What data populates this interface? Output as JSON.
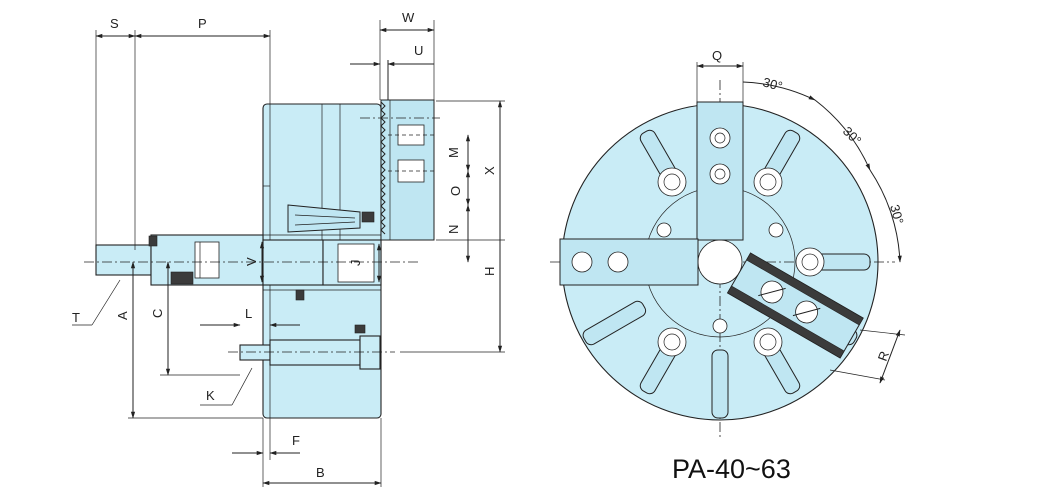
{
  "diagram": {
    "model": "PA-40~63",
    "side_view_labels": {
      "S": "S",
      "P": "P",
      "W": "W",
      "U": "U",
      "M": "M",
      "X": "X",
      "O": "O",
      "N": "N",
      "V": "V",
      "J": "J",
      "H": "H",
      "T": "T",
      "A": "A",
      "C": "C",
      "L": "L",
      "K": "K",
      "F": "F",
      "B": "B"
    },
    "front_view_labels": {
      "Q": "Q",
      "R": "R",
      "angle1": "30°",
      "angle2": "30°",
      "angle3": "30°"
    },
    "colors": {
      "fill": "#c9ecf6",
      "line": "#222222",
      "dark": "#3b3b3b"
    }
  }
}
